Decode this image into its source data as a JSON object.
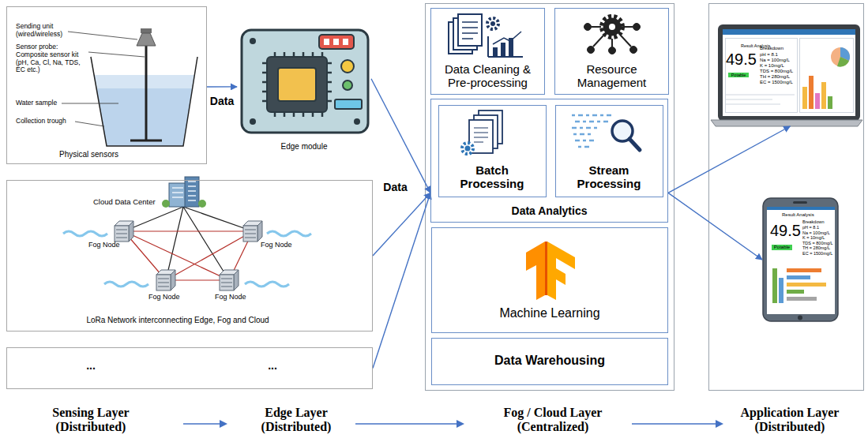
{
  "diagram": {
    "nodes": [
      {
        "text": [
          "Physical sensors"
        ]
      },
      {
        "text": [
          "Edge module"
        ]
      },
      {
        "text": [
          "LoRa Network interconnecting Edge, Fog and Cloud"
        ]
      },
      {
        "text": [
          "...",
          "..."
        ]
      },
      {
        "text": [
          "Data Cleaning & Pre-processing"
        ]
      },
      {
        "text": [
          "Resource Management"
        ]
      },
      {
        "text": [
          "Data Analytics"
        ]
      },
      {
        "text": [
          "Batch Processing"
        ],
        "in": 6
      },
      {
        "text": [
          "Stream Processing"
        ],
        "in": 6
      },
      {
        "text": [
          "Machine Learning"
        ]
      },
      {
        "text": [
          "Data Warehousing"
        ]
      },
      {
        "text": [
          "Result Analysis",
          "49.5",
          "Breakdown",
          "pH = 8.1",
          "Na = 100mg/L",
          "K = 10mg/L",
          "TDS = 800mg/L",
          "TH = 280mg/L",
          "EC = 1500mg/L",
          "Potable"
        ]
      },
      {
        "text": [
          "Result Analysis",
          "49.5",
          "Breakdown",
          "pH = 8.1",
          "Na = 100mg/L",
          "K = 10mg/L",
          "TDS = 800mg/L",
          "TH = 280mg/L",
          "EC = 1500mg/L",
          "Potable"
        ]
      }
    ],
    "edges": [
      {
        "from": 0,
        "to": 1,
        "arrow": "to",
        "label": "Data"
      },
      {
        "from": 1,
        "to": 6,
        "arrow": "to"
      },
      {
        "from": 2,
        "to": 6,
        "arrow": "to",
        "label": "Data"
      },
      {
        "from": 3,
        "to": 6,
        "arrow": "to"
      },
      {
        "from": 6,
        "to": 11,
        "arrow": "to"
      },
      {
        "from": 6,
        "to": 12,
        "arrow": "to"
      }
    ],
    "labels": [
      "Sending unit (wired/wireless)",
      "Sensor probe: Composite sensor kit (pH, Ca, Cl, Na, TDS, EC etc.)",
      "Water sample",
      "Collection trough",
      "Cloud Data Center",
      "Fog Node",
      "Fog Node",
      "Fog Node",
      "Fog Node",
      "Sensing Layer (Distributed)",
      "Edge Layer (Distributed)",
      "Fog / Cloud Layer (Centralized)",
      "Application Layer (Distributed)"
    ]
  }
}
